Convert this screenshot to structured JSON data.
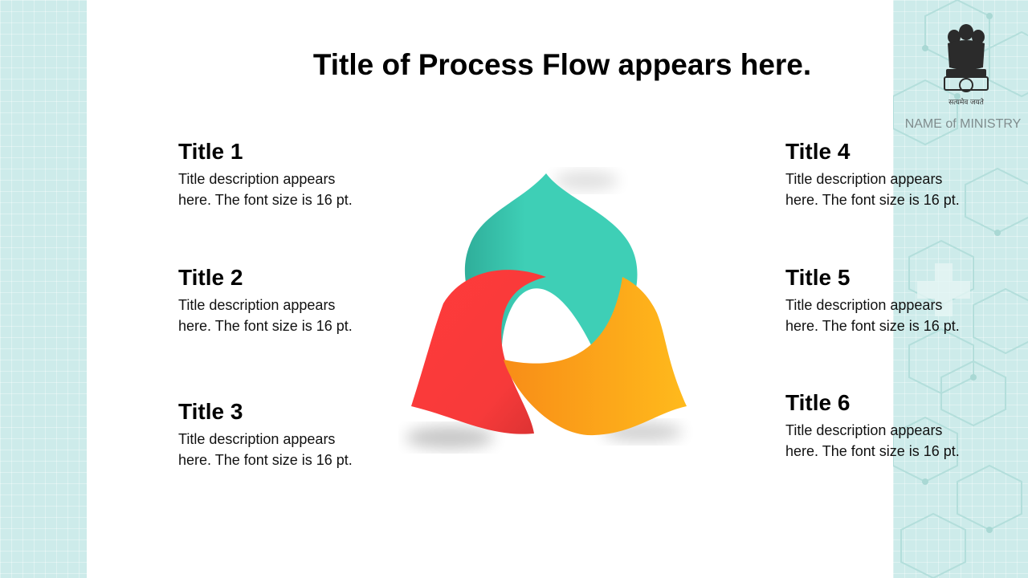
{
  "slide": {
    "title": "Title of Process Flow appears here.",
    "ministry": "NAME of MINISTRY",
    "emblem_motto": "सत्यमेव जयते"
  },
  "items": [
    {
      "title": "Title 1",
      "description": "Title description appears here. The font size is 16 pt."
    },
    {
      "title": "Title 2",
      "description": "Title description appears here. The font size is 16 pt."
    },
    {
      "title": "Title 3",
      "description": "Title description appears here. The font size is 16 pt."
    },
    {
      "title": "Title 4",
      "description": "Title description appears here. The font size is 16 pt."
    },
    {
      "title": "Title 5",
      "description": "Title description appears here. The font size is 16 pt."
    },
    {
      "title": "Title 6",
      "description": "Title description appears here. The font size is 16 pt."
    }
  ],
  "colors": {
    "teal": "#3ecfb6",
    "red": "#ff3b3b",
    "orange": "#fbaa1c",
    "side_panel": "#cdebea"
  }
}
